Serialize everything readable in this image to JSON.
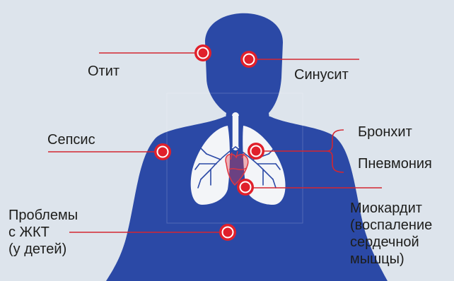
{
  "colors": {
    "background": "#dde4ec",
    "body": "#2b49a6",
    "lungs": "#f3f5f8",
    "airways": "#2b49a6",
    "heart": "#e2353f",
    "marker": "#e0202b",
    "leader_line": "#d42630",
    "text": "#1d1d1b"
  },
  "labels": {
    "otitis": "Отит",
    "sinusitis": "Синусит",
    "sepsis": "Сепсис",
    "bronchitis": "Бронхит",
    "pneumonia": "Пневмония",
    "gi_problems": "Проблемы\nс ЖКТ\n(у детей)",
    "myocarditis": "Миокардит\n(воспаление\nсердечной\nмышцы)"
  },
  "icons": {
    "marker": "target-dot-icon",
    "lungs": "lungs-icon",
    "heart": "heart-icon"
  }
}
